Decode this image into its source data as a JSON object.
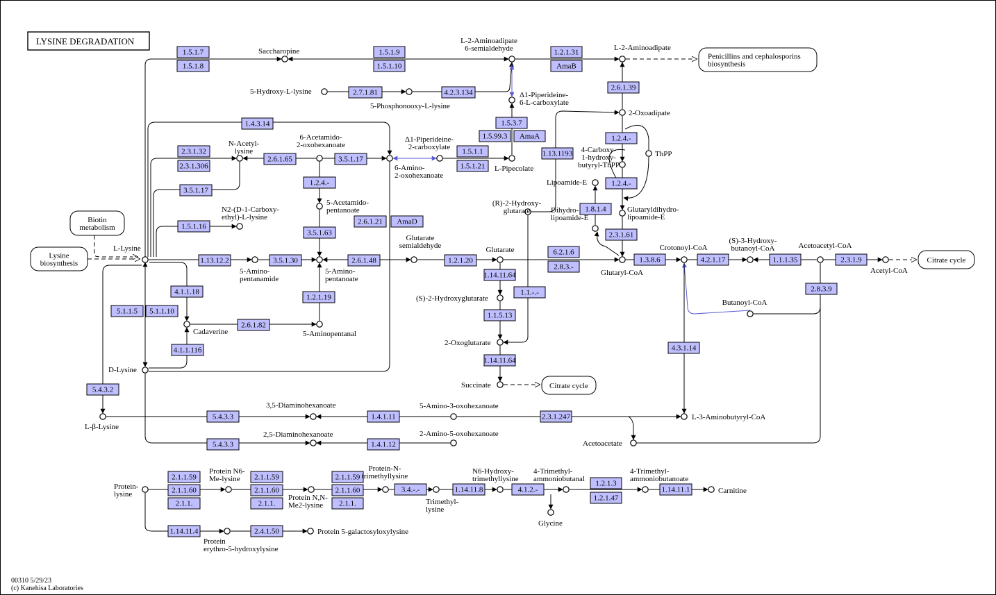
{
  "title": "LYSINE DEGRADATION",
  "footer": {
    "line1": "00310 5/29/23",
    "line2": "(c) Kanehisa Laboratories"
  },
  "colors": {
    "enzyme_fill": "#bfbfff",
    "blue_edge": "#5a5ad6",
    "frame": "#000000"
  },
  "maps": [
    {
      "label": "Biotin\nmetabolism"
    },
    {
      "label": "Lysine\nbiosynthesis"
    },
    {
      "label": "Penicillins and cephalosporins\nbiosynthesis"
    },
    {
      "label": "Citrate cycle"
    },
    {
      "label": "Citrate cycle"
    }
  ],
  "compounds": [
    {
      "label": "L-Lysine"
    },
    {
      "label": "Saccharopine"
    },
    {
      "label": "L-2-Aminoadipate\n6-semialdehyde"
    },
    {
      "label": "L-2-Aminoadipate"
    },
    {
      "label": "5-Hydroxy-L-lysine"
    },
    {
      "label": "5-Phosphonooxy-L-lysine"
    },
    {
      "label": "Δ1-Piperideine-\n6-L-carboxylate"
    },
    {
      "label": "2-Oxoadipate"
    },
    {
      "label": "N-Acetyl-\nlysine"
    },
    {
      "label": "6-Acetamido-\n2-oxohexanoate"
    },
    {
      "label": "6-Amino-\n2-oxohexanoate"
    },
    {
      "label": "Δ1-Piperideine-\n2-carboxylate"
    },
    {
      "label": "L-Pipecolate"
    },
    {
      "label": "4-Carboxy-\n1-hydroxy-\nbutyryl-ThPP"
    },
    {
      "label": "ThPP"
    },
    {
      "label": "Lipoamide-E"
    },
    {
      "label": "Glutaryldihydro-\nlipoamide-E"
    },
    {
      "label": "Dihydro-\nlipoamide-E"
    },
    {
      "label": "N2-(D-1-Carboxy-\nethyl)-L-lysine"
    },
    {
      "label": "5-Acetamido-\npentanoate"
    },
    {
      "label": "(R)-2-Hydroxy-\nglutarate"
    },
    {
      "label": "5-Amino-\npentanamide"
    },
    {
      "label": "5-Amino-\npentanoate"
    },
    {
      "label": "Glutarate\nsemialdehyde"
    },
    {
      "label": "Glutarate"
    },
    {
      "label": "Glutaryl-CoA"
    },
    {
      "label": "Crotonoyl-CoA"
    },
    {
      "label": "(S)-3-Hydroxy-\nbutanoyl-CoA"
    },
    {
      "label": "Acetoacetyl-CoA"
    },
    {
      "label": "Acetyl-CoA"
    },
    {
      "label": "Butanoyl-CoA"
    },
    {
      "label": "(S)-2-Hydroxyglutarate"
    },
    {
      "label": "Cadaverine"
    },
    {
      "label": "5-Aminopentanal"
    },
    {
      "label": "2-Oxoglutarate"
    },
    {
      "label": "Succinate"
    },
    {
      "label": "D-Lysine"
    },
    {
      "label": "L-β-Lysine"
    },
    {
      "label": "3,5-Diaminohexanoate"
    },
    {
      "label": "5-Amino-3-oxohexanoate"
    },
    {
      "label": "L-3-Aminobutyryl-CoA"
    },
    {
      "label": "2,5-Diaminohexanoate"
    },
    {
      "label": "2-Amino-5-oxohexanoate"
    },
    {
      "label": "Acetoacetate"
    },
    {
      "label": "Protein-\nlysine"
    },
    {
      "label": "Protein N6-\nMe-lysine"
    },
    {
      "label": "Protein N,N-\nMe2-lysine"
    },
    {
      "label": "Protein-N-\ntrimethyllysine"
    },
    {
      "label": "Trimethyl-\nlysine"
    },
    {
      "label": "N6-Hydroxy-\ntrimethyllysine"
    },
    {
      "label": "4-Trimethyl-\nammoniobutanal"
    },
    {
      "label": "4-Trimethyl-\nammoniobutanoate"
    },
    {
      "label": "Carnitine"
    },
    {
      "label": "Glycine"
    },
    {
      "label": "Protein\nerythro-5-hydroxylysine"
    },
    {
      "label": "Protein 5-galactosyloxylysine"
    }
  ],
  "enzymes": [
    "1.5.1.7",
    "1.5.1.8",
    "1.5.1.9",
    "1.5.1.10",
    "1.2.1.31",
    "AmaB",
    "2.7.1.81",
    "4.2.3.134",
    "1.4.3.14",
    "1.5.3.7",
    "1.5.99.3",
    "AmaA",
    "2.6.1.39",
    "2.3.1.32",
    "2.3.1.306",
    "2.6.1.65",
    "3.5.1.17",
    "1.5.1.1",
    "1.5.1.21",
    "1.13.1193",
    "1.2.4.-",
    "1.2.4.-",
    "3.5.1.17",
    "1.2.4.-",
    "1.5.1.16",
    "1.8.1.4",
    "3.5.1.63",
    "2.6.1.21",
    "AmaD",
    "2.3.1.61",
    "1.13.12.2",
    "3.5.1.30",
    "2.6.1.48",
    "1.2.1.20",
    "6.2.1.6",
    "2.8.3.-",
    "1.3.8.6",
    "4.2.1.17",
    "1.1.1.35",
    "2.3.1.9",
    "4.1.1.18",
    "1.14.11.64",
    "1.1.-.-",
    "2.8.3.9",
    "5.1.1.5",
    "5.1.1.10",
    "1.2.1.19",
    "1.1.5.13",
    "2.6.1.82",
    "4.1.1.116",
    "4.3.1.14",
    "1.14.11.64",
    "5.4.3.2",
    "5.4.3.3",
    "1.4.1.11",
    "2.3.1.247",
    "5.4.3.3",
    "1.4.1.12",
    "2.1.1.59",
    "2.1.1.60",
    "2.1.1.",
    "2.1.1.59",
    "2.1.1.60",
    "2.1.1.",
    "2.1.1.59",
    "2.1.1.60",
    "2.1.1.",
    "3.4.-.-",
    "1.14.11.8",
    "4.1.2.-",
    "1.2.1.3",
    "1.2.1.47",
    "1.14.11.1",
    "1.14.11.4",
    "2.4.1.50"
  ]
}
